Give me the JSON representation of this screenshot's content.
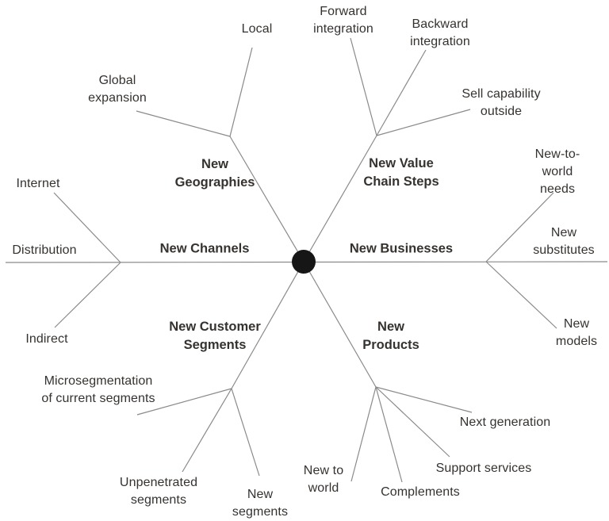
{
  "colors": {
    "background": "#ffffff",
    "line": "#8a8a8a",
    "text": "#35322f",
    "hub": "#161616"
  },
  "hub": {
    "shape": "filled-circle"
  },
  "branches": {
    "new_geographies": {
      "label": "New\nGeographies",
      "leaves": {
        "local": "Local",
        "global_expansion": "Global\nexpansion"
      }
    },
    "new_value_chain_steps": {
      "label": "New Value\nChain Steps",
      "leaves": {
        "forward_integration": "Forward\nintegration",
        "backward_integration": "Backward\nintegration",
        "sell_capability_outside": "Sell capability\noutside"
      }
    },
    "new_channels": {
      "label": "New Channels",
      "leaves": {
        "internet": "Internet",
        "distribution": "Distribution",
        "indirect": "Indirect"
      }
    },
    "new_businesses": {
      "label": "New Businesses",
      "leaves": {
        "new_to_world_needs": "New-to-world\nneeds",
        "new_substitutes": "New\nsubstitutes",
        "new_models": "New\nmodels"
      }
    },
    "new_customer_segments": {
      "label": "New Customer\nSegments",
      "leaves": {
        "microsegmentation": "Microsegmentation\nof current segments",
        "unpenetrated_segments": "Unpenetrated\nsegments",
        "new_segments": "New\nsegments"
      }
    },
    "new_products": {
      "label": "New\nProducts",
      "leaves": {
        "new_to_world": "New to\nworld",
        "complements": "Complements",
        "support_services": "Support services",
        "next_generation": "Next generation"
      }
    }
  }
}
